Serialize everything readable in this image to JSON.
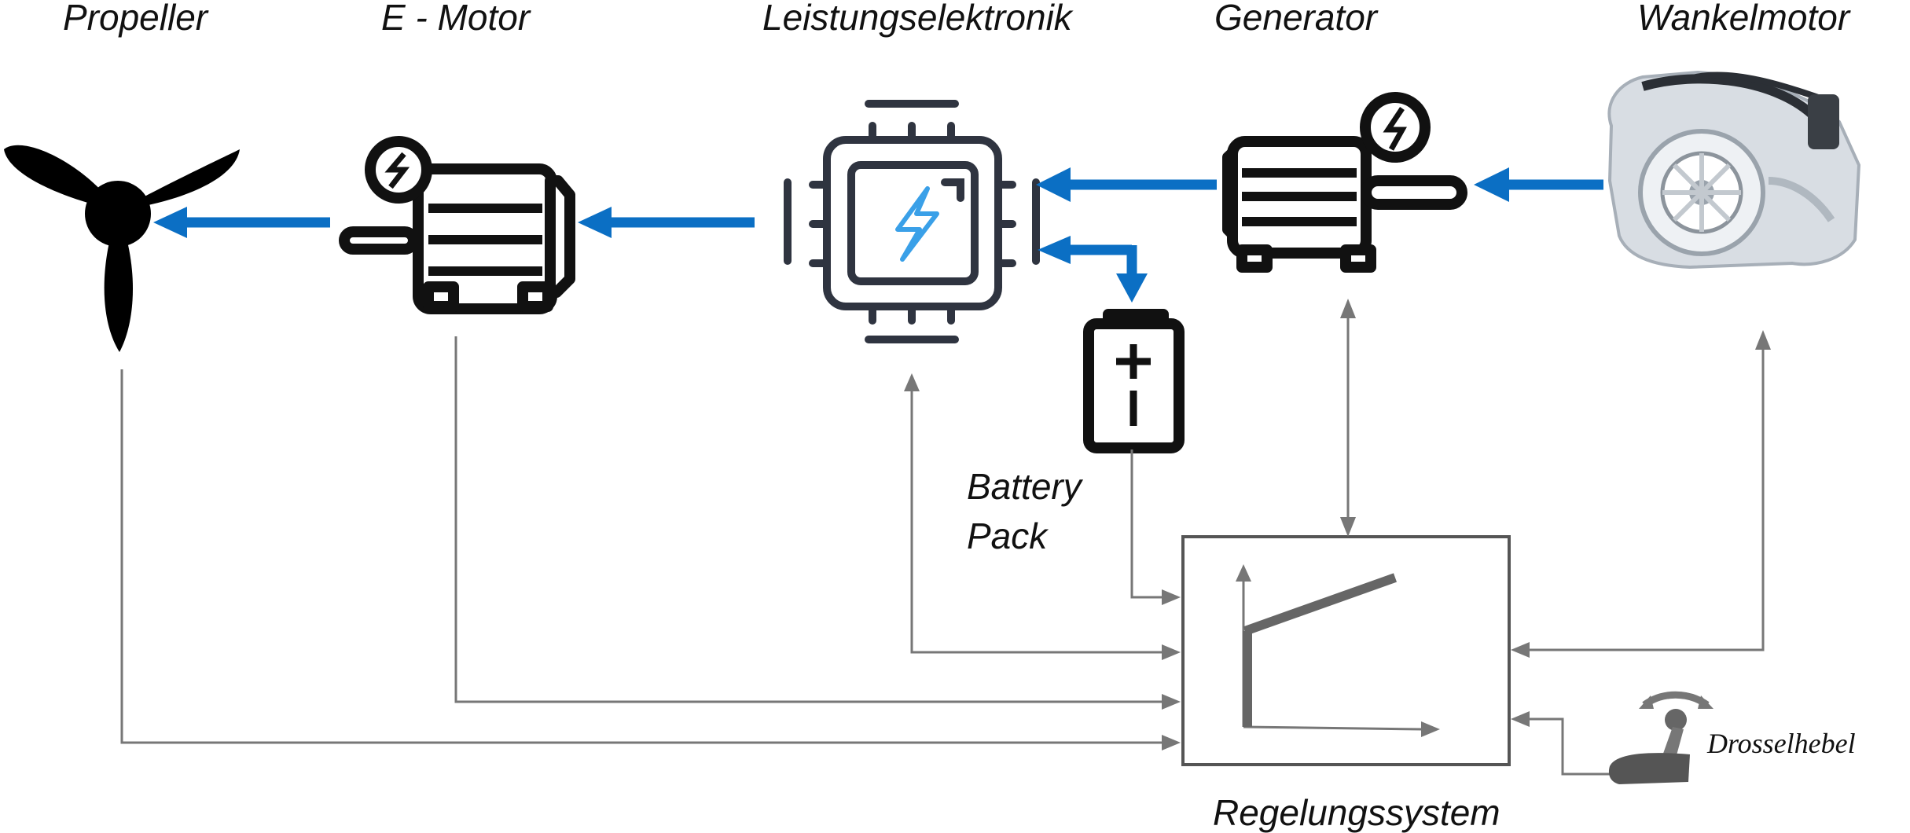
{
  "labels": {
    "propeller": "Propeller",
    "e_motor": "E - Motor",
    "power_electronics": "Leistungselektronik",
    "generator": "Generator",
    "wankel_engine": "Wankelmotor",
    "battery_line1": "Battery",
    "battery_line2": "Pack",
    "control_system": "Regelungssystem",
    "throttle": "Drosselhebel"
  },
  "icons": {
    "propeller": "propeller-icon",
    "e_motor": "electric-motor-icon",
    "power_electronics": "chip-lightning-icon",
    "generator": "generator-icon",
    "battery": "battery-icon",
    "wankel_engine": "engine-icon",
    "throttle": "throttle-lever-icon"
  },
  "colors": {
    "power_flow": "#0b6fc4",
    "signal_flow": "#777777",
    "lightning": "#3aa0e8"
  }
}
